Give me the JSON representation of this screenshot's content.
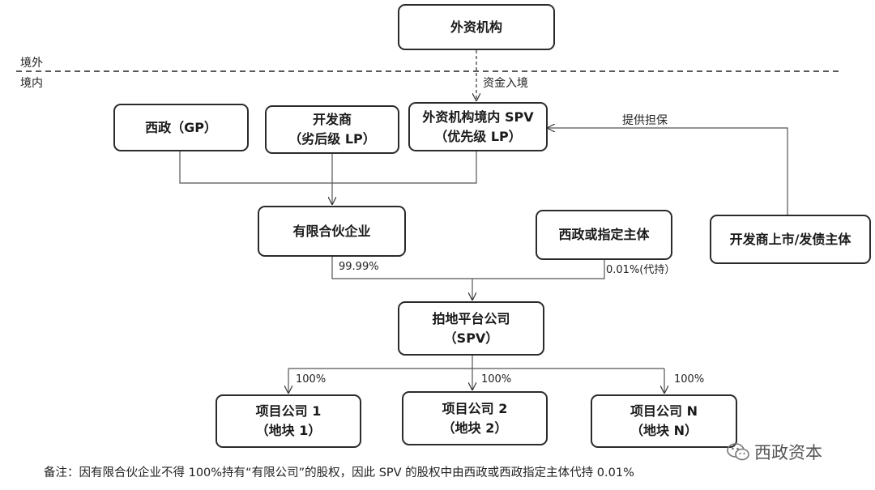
{
  "zones": {
    "outside": "境外",
    "inside": "境内"
  },
  "nodes": {
    "foreign": {
      "line1": "外资机构"
    },
    "gov_gp": {
      "line1": "西政（GP）"
    },
    "developer_lp": {
      "line1": "开发商",
      "line2": "（劣后级 LP）"
    },
    "foreign_spv": {
      "line1": "外资机构境内 SPV",
      "line2": "（优先级 LP）"
    },
    "partnership": {
      "line1": "有限合伙企业"
    },
    "gov_entity": {
      "line1": "西政或指定主体"
    },
    "developer_listed": {
      "line1": "开发商上市/发债主体"
    },
    "platform": {
      "line1": "拍地平台公司",
      "line2": "（SPV）"
    },
    "project1": {
      "line1": "项目公司 1",
      "line2": "（地块 1）"
    },
    "project2": {
      "line1": "项目公司 2",
      "line2": "（地块 2）"
    },
    "projectN": {
      "line1": "项目公司 N",
      "line2": "（地块 N）"
    }
  },
  "labels": {
    "capital_inflow": "资金入境",
    "guarantee": "提供担保",
    "share_partnership": "99.99%",
    "share_gov": "0.01%(代持）",
    "share_p1": "100%",
    "share_p2": "100%",
    "share_pN": "100%"
  },
  "footnote": "备注：因有限合伙企业不得 100%持有“有限公司”的股权，因此 SPV 的股权中由西政或西政指定主体代持 0.01%",
  "brand": {
    "name": "西政资本",
    "icon": "wechat-icon"
  }
}
